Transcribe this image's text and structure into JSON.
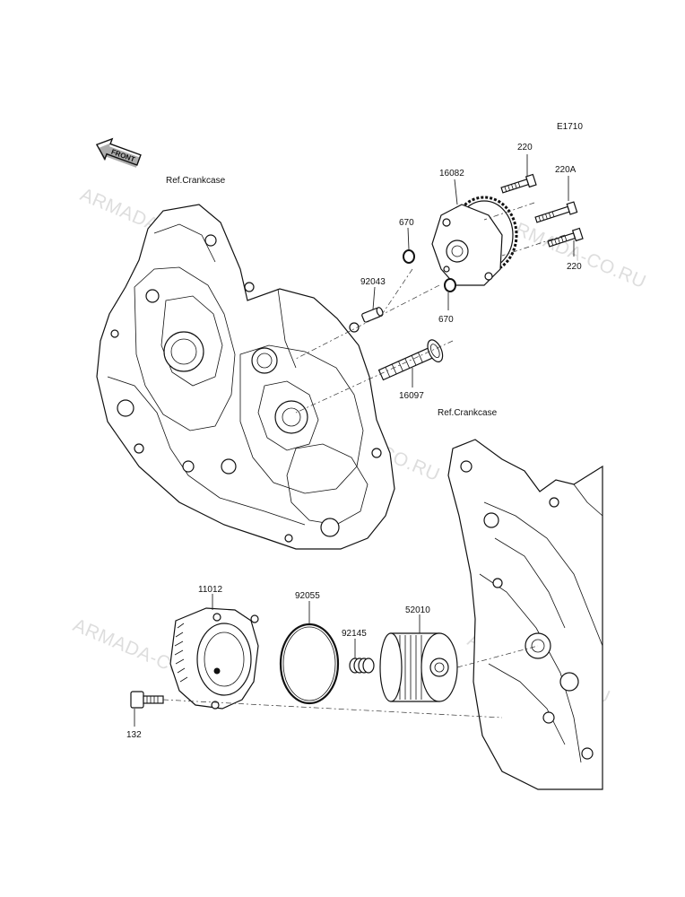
{
  "diagram_code": "E1710",
  "front_label": "FRONT",
  "ref_labels": [
    "Ref.Crankcase",
    "Ref.Crankcase"
  ],
  "parts": {
    "p220_top": "220",
    "p220a": "220A",
    "p220_bottom": "220",
    "p16082": "16082",
    "p670_top": "670",
    "p670_bottom": "670",
    "p92043": "92043",
    "p16097": "16097",
    "p11012": "11012",
    "p92055": "92055",
    "p92145": "92145",
    "p52010": "52010",
    "p132": "132"
  },
  "watermark": "ARMADA-CO.RU"
}
